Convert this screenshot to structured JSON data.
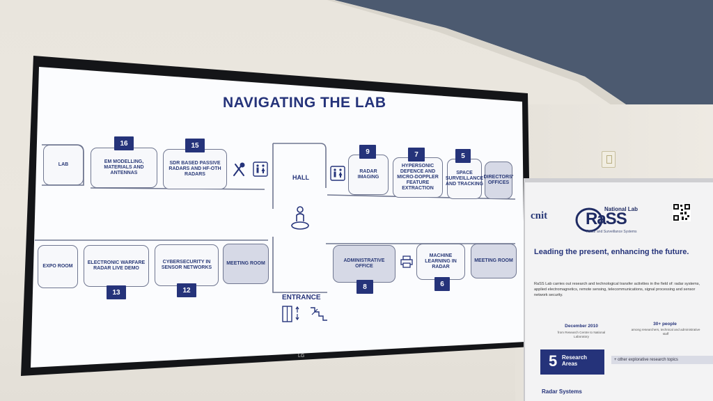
{
  "screen": {
    "title": "NAVIGATING THE LAB",
    "hall": "HALL",
    "entrance": "ENTRANCE",
    "tv_brand": "LG"
  },
  "rooms_top": [
    {
      "label": "LAB"
    },
    {
      "label": "EM MODELLING, MATERIALS AND ANTENNAS",
      "number": "16"
    },
    {
      "label": "SDR BASED PASSIVE RADARS AND HF-OTH RADARS",
      "number": "15"
    },
    {
      "label": "RADAR IMAGING",
      "number": "9"
    },
    {
      "label": "HYPERSONIC DEFENCE AND MICRO-DOPPLER FEATURE EXTRACTION",
      "number": "7"
    },
    {
      "label": "SPACE SURVEILLANCE AND TRACKING",
      "number": "5"
    },
    {
      "label": "DIRECTORS' OFFICES"
    }
  ],
  "rooms_bottom": [
    {
      "label": "EXPO ROOM"
    },
    {
      "label": "ELECTRONIC WARFARE RADAR LIVE DEMO",
      "number": "13"
    },
    {
      "label": "CYBERSECURITY IN SENSOR NETWORKS",
      "number": "12"
    },
    {
      "label": "MEETING ROOM"
    },
    {
      "label": "ADMINISTRATIVE OFFICE",
      "number": "8"
    },
    {
      "label": "MACHINE LEARNING IN RADAR",
      "number": "6"
    },
    {
      "label": "MEETING ROOM"
    }
  ],
  "icons": [
    "restaurant-icon",
    "restroom-icon",
    "person-here-icon",
    "printer-icon",
    "elevator-icon",
    "stairs-icon"
  ],
  "panel": {
    "brand": "cnit",
    "lab_name": "RaSS",
    "lab_prefix": "National Lab",
    "lab_subtitle": "Radar and Surveillance Systems",
    "headline": "Leading the present, enhancing the future.",
    "description": "RaSS Lab carries out research and technological transfer activities in the field of: radar systems, applied electromagnetics, remote sensing, telecommunications, signal processing and sensor network security.",
    "stat1_value": "December 2010",
    "stat1_caption": "from Research Centre to National Laboratory",
    "stat2_value": "30+ people",
    "stat2_caption": "among researchers, technical and administrative staff",
    "areas_number": "5",
    "areas_label_1": "Research",
    "areas_label_2": "Areas",
    "other_topics": "+ other explorative research topics",
    "section": "Radar Systems"
  },
  "colors": {
    "accent": "#25337a",
    "room_border": "#6f7690",
    "shaded_room": "#d6d9e6"
  }
}
